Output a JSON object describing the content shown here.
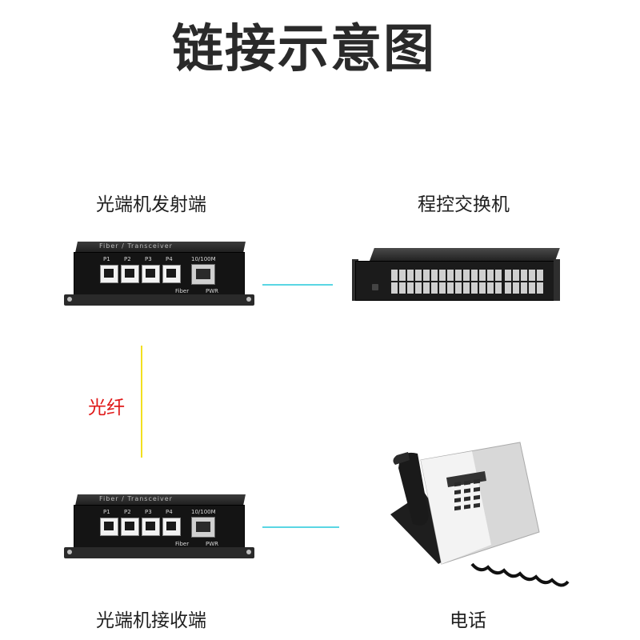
{
  "title": "链接示意图",
  "labels": {
    "transmitter": "光端机发射端",
    "switch": "程控交换机",
    "fiber": "光纤",
    "receiver": "光端机接收端",
    "phone": "电话"
  },
  "device": {
    "brand": "Fiber / Transceiver",
    "ports": [
      "P1",
      "P2",
      "P3",
      "P4"
    ],
    "ethernet": "10/100M",
    "fiber_label": "Fiber",
    "power_label": "PWR"
  },
  "colors": {
    "link_line": "#5ad6e4",
    "fiber_line": "#f2e020",
    "fiber_text": "#e01818"
  }
}
